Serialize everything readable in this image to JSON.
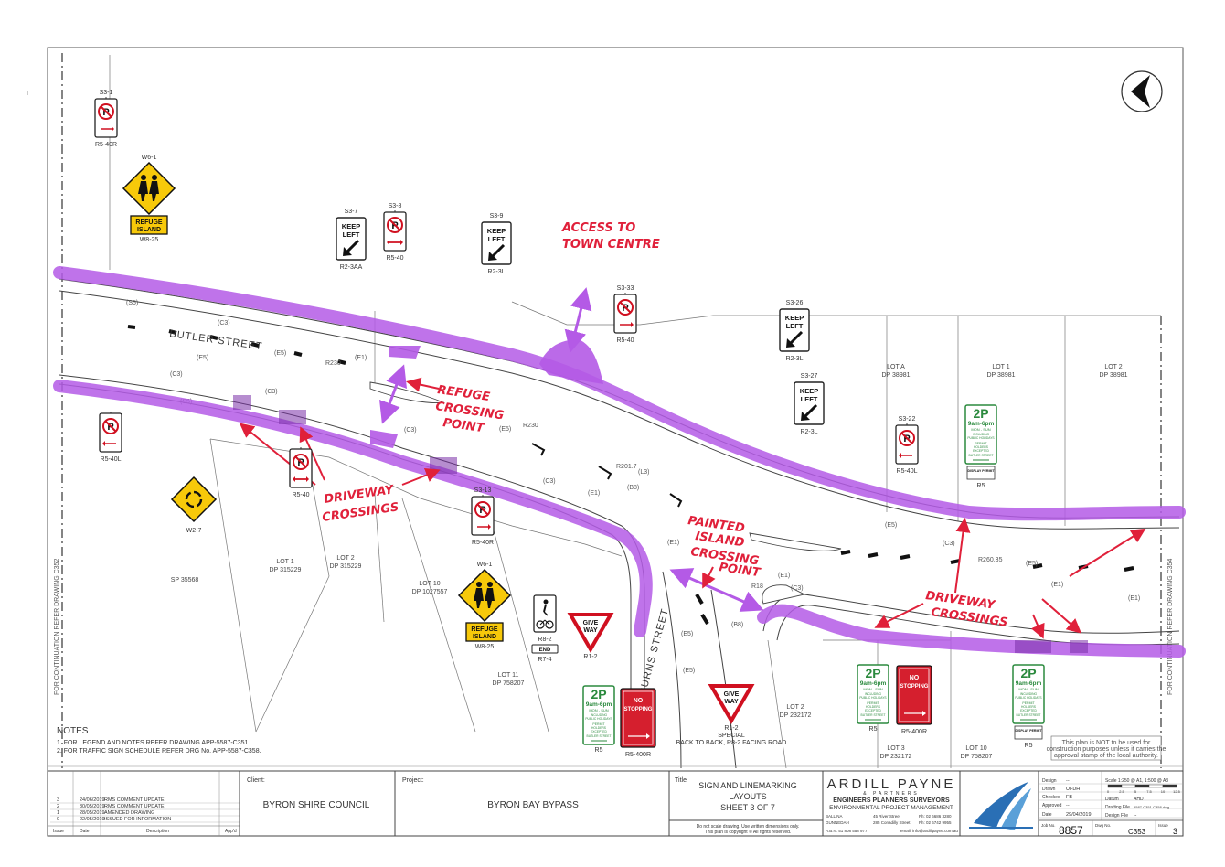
{
  "drawing": {
    "street_butler": "BUTLER STREET",
    "street_burns": "BURNS STREET",
    "continuation_left": "FOR CONTINUATION REFER DRAWING C352",
    "continuation_right": "FOR CONTINUATION REFER DRAWING C354",
    "disclaimer": [
      "This plan is NOT to be used for",
      "construction purposes unless it carries the",
      "approval stamp of the local authority."
    ],
    "notes": {
      "heading": "NOTES",
      "items": [
        "1.    FOR LEGEND AND NOTES REFER DRAWING APP-5587-C351.",
        "2.    FOR TRAFFIC SIGN SCHEDULE REFER DRG No. APP-5587-C358."
      ]
    },
    "dims": [
      "(S5)",
      "(C3)",
      "(E5)",
      "(E1)",
      "R230",
      "(C3)",
      "(S5)",
      "(C3)",
      "(E5)",
      "(C3)",
      "R230",
      "R201.7",
      "(L3)",
      "(B8)",
      "(E1)",
      "(C3)",
      "(E5)",
      "(E1)",
      "R18",
      "(E1)",
      "(C3)",
      "(E5)",
      "R260.35",
      "(E5)",
      "(E1)",
      "(C3)",
      "(E5)",
      "(E5)",
      "(B8)",
      "(E1)"
    ],
    "lots": [
      {
        "l1": "LOT A",
        "l2": "DP 38981"
      },
      {
        "l1": "LOT 1",
        "l2": "DP 38981"
      },
      {
        "l1": "LOT 2",
        "l2": "DP 38981"
      },
      {
        "l1": "LOT 1",
        "l2": "DP 315229"
      },
      {
        "l1": "LOT 2",
        "l2": "DP 315229"
      },
      {
        "l1": "SP 35568",
        "l2": ""
      },
      {
        "l1": "LOT 10",
        "l2": "DP 1027557"
      },
      {
        "l1": "LOT 11",
        "l2": "DP 758207"
      },
      {
        "l1": "LOT 2",
        "l2": "DP 232172"
      },
      {
        "l1": "LOT 3",
        "l2": "DP 232172"
      },
      {
        "l1": "LOT 10",
        "l2": "DP 758207"
      }
    ]
  },
  "annotations": {
    "access": [
      "ACCESS TO",
      "TOWN CENTRE"
    ],
    "refuge": [
      "REFUGE",
      "CROSSING",
      "POINT"
    ],
    "driveway_left": [
      "DRIVEWAY",
      "CROSSINGS"
    ],
    "painted": [
      "PAINTED",
      "ISLAND",
      "CROSSING",
      "POINT"
    ],
    "driveway_right": [
      "DRIVEWAY",
      "CROSSINGS"
    ]
  },
  "signs": {
    "s3_1": {
      "id": "S3-1",
      "code": "R5-40R"
    },
    "w6_1_top": {
      "id": "W6-1",
      "text1": "REFUGE",
      "text2": "ISLAND",
      "code": "W8-25"
    },
    "s3_7": {
      "id": "S3-7",
      "t1": "KEEP",
      "t2": "LEFT",
      "code": "R2-3AA"
    },
    "s3_8": {
      "id": "S3-8",
      "code": "R5-40"
    },
    "s3_9": {
      "id": "S3-9",
      "t1": "KEEP",
      "t2": "LEFT",
      "code": "R2-3L"
    },
    "s3_33": {
      "id": "S3-33",
      "code": "R5-40"
    },
    "s3_26": {
      "id": "S3-26",
      "t1": "KEEP",
      "t2": "LEFT",
      "code": "R2-3L"
    },
    "s3_27": {
      "id": "S3-27",
      "t1": "KEEP",
      "t2": "LEFT",
      "code": "R2-3L"
    },
    "s3_22": {
      "id": "S3-22",
      "code": "R5-40L"
    },
    "p_left": {
      "code": "R5-40L"
    },
    "w2_7": {
      "code": "W2-7"
    },
    "p_r540": {
      "code": "R5-40"
    },
    "s3_13": {
      "id": "S3-13",
      "code": "R5-40R"
    },
    "w6_1_low": {
      "id": "W6-1",
      "text1": "REFUGE",
      "text2": "ISLAND",
      "code": "W8-25"
    },
    "r8_2": {
      "code": "R8-2",
      "end": "END",
      "code2": "R7-4"
    },
    "giveway1": {
      "t1": "GIVE",
      "t2": "WAY",
      "code": "R1-2"
    },
    "giveway2": {
      "t1": "GIVE",
      "t2": "WAY",
      "code": "R1-2",
      "code2": "SPECIAL",
      "note": "BACK TO BACK, R8-2 FACING ROAD"
    },
    "twop": {
      "big": "2P",
      "time": "9am-6pm",
      "days": "MON - SUN",
      "ex1": "INCLUDING",
      "ex2": "PUBLIC HOLIDAYS",
      "permit": "PERMIT",
      "ex3": "HOLDERS",
      "ex4": "EXCEPTED",
      "area": "BUTLER STREET",
      "code": "R5"
    },
    "display_permit": "DISPLAY PERMIT",
    "nostop": {
      "t1": "NO",
      "t2": "STOPPING",
      "code": "R5-400R"
    }
  },
  "titleblock": {
    "revisions": [
      {
        "no": "3",
        "date": "24/06/2019",
        "desc": "RMS COMMENT UPDATE"
      },
      {
        "no": "2",
        "date": "30/05/2019",
        "desc": "RMS COMMENT UPDATE"
      },
      {
        "no": "1",
        "date": "28/05/2019",
        "desc": "AMENDED DRAWING"
      },
      {
        "no": "0",
        "date": "22/05/2019",
        "desc": "ISSUED FOR INFORMATION"
      }
    ],
    "rev_headers": [
      "Issue",
      "Date",
      "Description",
      "App'd"
    ],
    "client_label": "Client:",
    "client": "BYRON SHIRE COUNCIL",
    "project_label": "Project:",
    "project": "BYRON BAY BYPASS",
    "title_label": "Title",
    "title": [
      "SIGN AND LINEMARKING",
      "LAYOUTS",
      "SHEET 3 OF 7"
    ],
    "scale_note": [
      "Do not scale drawing. Use written dimensions only.",
      "This plan is copyright © All rights reserved."
    ],
    "company": "ARDILL PAYNE",
    "company_sub": "& PARTNERS",
    "company_line1": "ENGINEERS  PLANNERS  SURVEYORS",
    "company_line2": "ENVIRONMENTAL  PROJECT MANAGEMENT",
    "offices": [
      {
        "town": "BALLINA",
        "addr": "45 River Street",
        "ph": "Ph: 02 6686 3280"
      },
      {
        "town": "GUNNEDAH",
        "addr": "285 Conadilly Street",
        "ph": "Ph: 02 6742 9955"
      }
    ],
    "abn": "A.B.N. 51 808 558 977",
    "email": "email: info@ardillpayne.com.au",
    "meta": [
      {
        "k": "Design",
        "v": "--"
      },
      {
        "k": "Drawn",
        "v": "UI-DH"
      },
      {
        "k": "Checked",
        "v": "FB"
      },
      {
        "k": "Approved",
        "v": "--"
      },
      {
        "k": "Date",
        "v": "29/04/2019"
      }
    ],
    "scale_text": "Scale 1:250 @ A1, 1:500 @ A3",
    "scale_ticks": [
      "0",
      "2.5",
      "5",
      "7.5",
      "10",
      "12.5"
    ],
    "datum_label": "Datum",
    "datum": "AHD",
    "drafting_label": "Drafting File",
    "drafting": "5587-C351-C358.dwg",
    "design_label": "Design File",
    "design": "--",
    "job_label": "Job No.",
    "job": "8857",
    "dwg_label": "Dwg No.",
    "dwg": "C353",
    "issue_label": "Issue",
    "issue": "3"
  }
}
